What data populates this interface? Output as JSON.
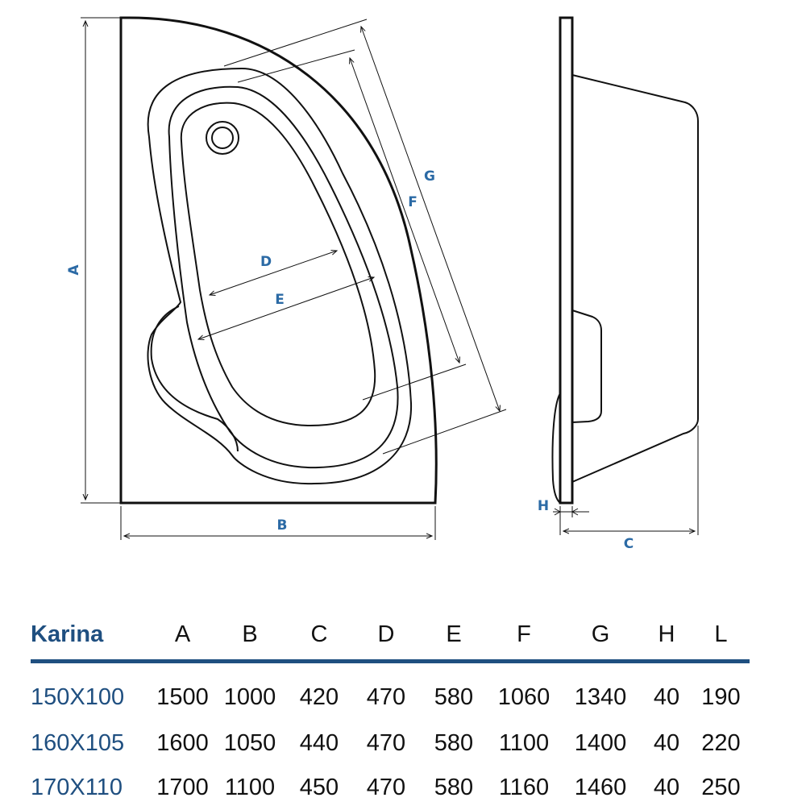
{
  "drawing": {
    "labels": {
      "A": "A",
      "B": "B",
      "C": "C",
      "D": "D",
      "E": "E",
      "F": "F",
      "G": "G",
      "H": "H"
    },
    "label_color": "#2b6aa5",
    "line_color": "#111111"
  },
  "table": {
    "model_header": "Karina",
    "columns": [
      "A",
      "B",
      "C",
      "D",
      "E",
      "F",
      "G",
      "H",
      "L"
    ],
    "rows": [
      {
        "model": "150X100",
        "values": [
          "1500",
          "1000",
          "420",
          "470",
          "580",
          "1060",
          "1340",
          "40",
          "190"
        ]
      },
      {
        "model": "160X105",
        "values": [
          "1600",
          "1050",
          "440",
          "470",
          "580",
          "1100",
          "1400",
          "40",
          "220"
        ]
      },
      {
        "model": "170X110",
        "values": [
          "1700",
          "1100",
          "450",
          "470",
          "580",
          "1160",
          "1460",
          "40",
          "250"
        ]
      }
    ],
    "accent_color": "#1f4f80"
  }
}
